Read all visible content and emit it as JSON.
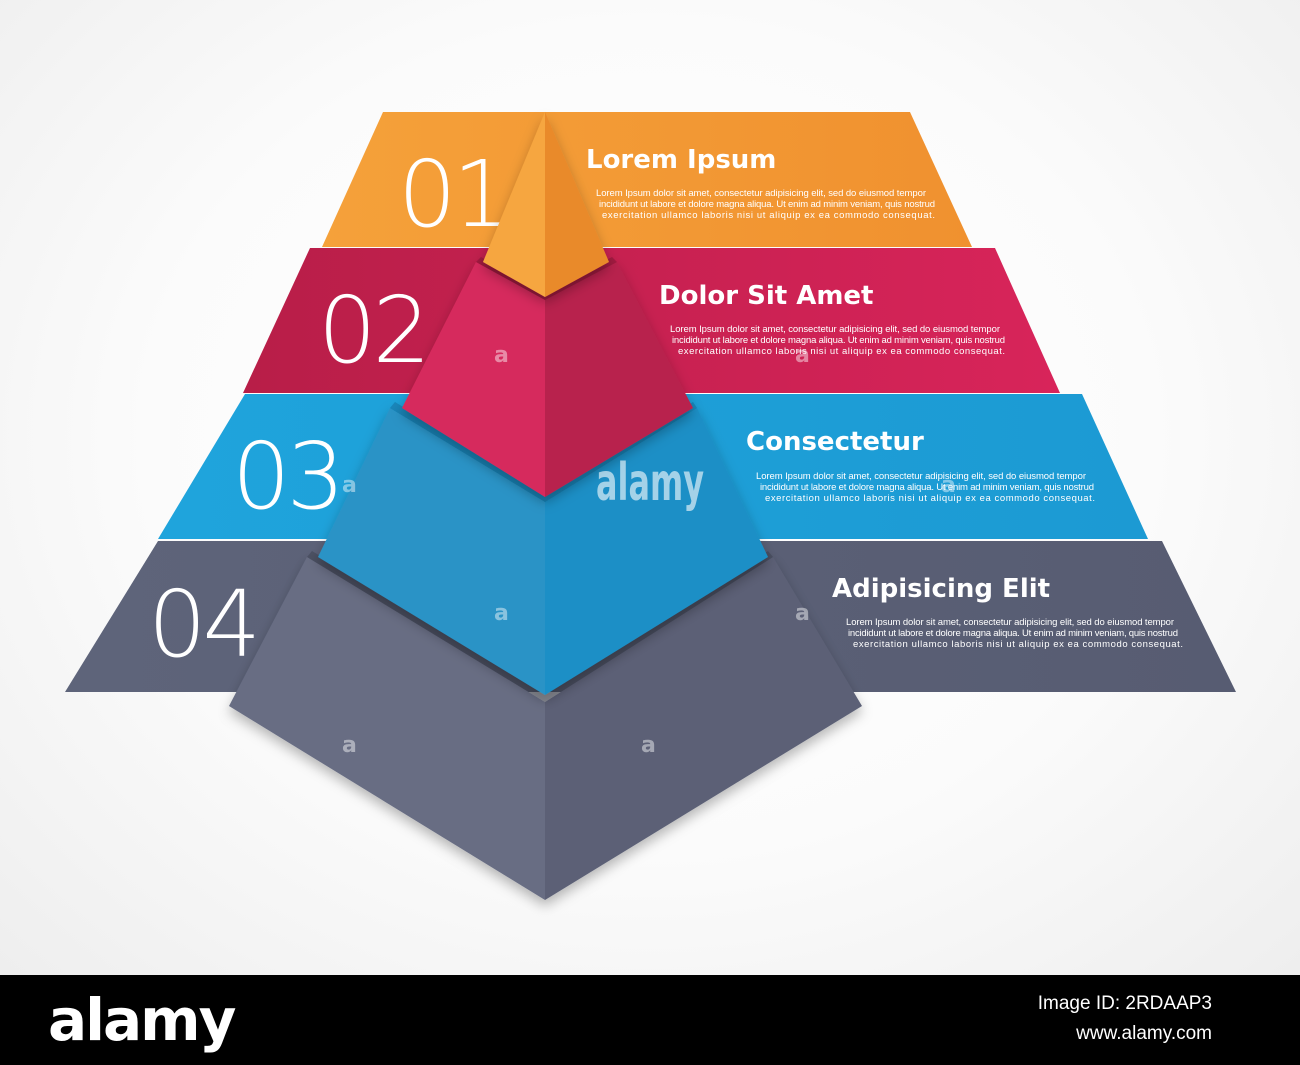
{
  "colors": {
    "level_1": "#f08f30",
    "level_2": "#cc2150",
    "level_3": "#1d9bd3",
    "level_4": "#5c6279"
  },
  "levels": [
    {
      "number": "01",
      "title": "Lorem Ipsum",
      "text": [
        "Lorem Ipsum dolor sit amet, consectetur adipisicing elit, sed do eiusmod tempor",
        "incididunt ut labore et dolore magna aliqua. Ut enim ad minim veniam, quis nostrud",
        "exercitation ullamco laboris nisi ut aliquip ex ea commodo consequat."
      ]
    },
    {
      "number": "02",
      "title": "Dolor Sit Amet",
      "text": [
        "Lorem Ipsum dolor sit amet, consectetur adipisicing elit, sed do eiusmod tempor",
        "incididunt ut labore et dolore magna aliqua. Ut enim ad minim veniam, quis nostrud",
        "exercitation ullamco laboris nisi ut aliquip ex ea commodo consequat."
      ]
    },
    {
      "number": "03",
      "title": "Consectetur",
      "text": [
        "Lorem Ipsum dolor sit amet, consectetur adipisicing elit, sed do eiusmod tempor",
        "incididunt ut labore et dolore magna aliqua. Ut enim ad minim veniam, quis nostrud",
        "exercitation ullamco laboris nisi ut aliquip ex ea commodo consequat."
      ]
    },
    {
      "number": "04",
      "title": "Adipisicing Elit",
      "text": [
        "Lorem Ipsum dolor sit amet, consectetur adipisicing elit, sed do eiusmod tempor",
        "incididunt ut labore et dolore magna aliqua. Ut enim ad minim veniam, quis nostrud",
        "exercitation ullamco laboris nisi ut aliquip ex ea commodo consequat."
      ]
    }
  ],
  "watermark": {
    "center": "alamy",
    "small": "a"
  },
  "footer": {
    "logo": "alamy",
    "image_id": "Image ID: 2RDAAP3",
    "url": "www.alamy.com"
  }
}
